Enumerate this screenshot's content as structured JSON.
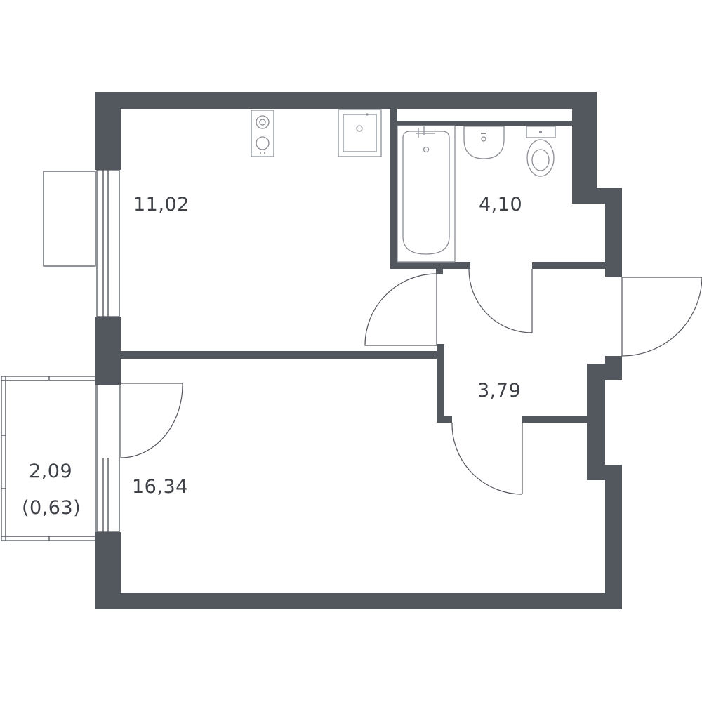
{
  "rooms": {
    "kitchen": {
      "area": "11,02"
    },
    "bathroom": {
      "area": "4,10"
    },
    "hallway": {
      "area": "3,79"
    },
    "living_room": {
      "area": "16,34"
    },
    "balcony": {
      "area": "2,09",
      "area_reduced": "(0,63)"
    }
  },
  "colors": {
    "wall": "#53575e",
    "fixture_stroke": "#8a8e94",
    "label": "#3e4148",
    "background": "#ffffff"
  }
}
